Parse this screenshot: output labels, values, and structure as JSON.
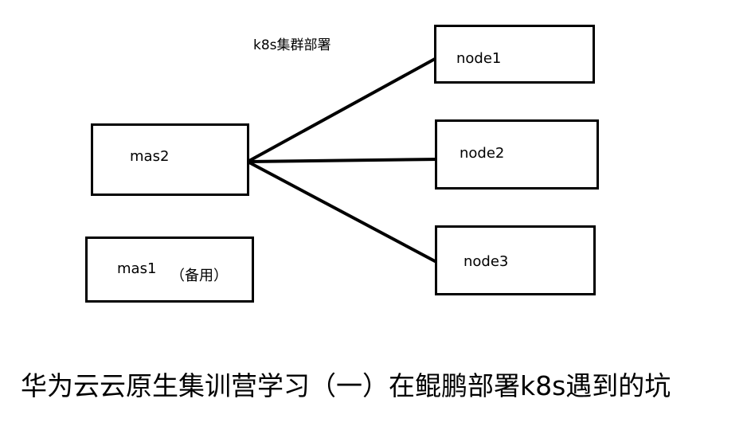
{
  "diagram": {
    "title": "k8s集群部署",
    "nodes": {
      "mas2": {
        "label": "mas2"
      },
      "mas1": {
        "label": "mas1",
        "note": "（备用）"
      },
      "node1": {
        "label": "node1"
      },
      "node2": {
        "label": "node2"
      },
      "node3": {
        "label": "node3"
      }
    },
    "edges": [
      {
        "from": "mas2",
        "to": "node1"
      },
      {
        "from": "mas2",
        "to": "node2"
      },
      {
        "from": "mas2",
        "to": "node3"
      }
    ],
    "stroke_color": "#000000"
  },
  "caption": "华为云云原生集训营学习（一）在鲲鹏部署k8s遇到的坑"
}
